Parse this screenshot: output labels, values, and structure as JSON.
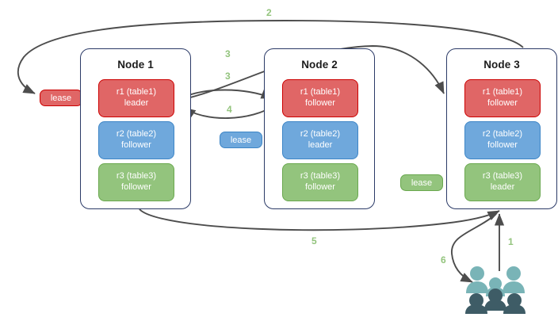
{
  "diagram": {
    "title": "",
    "background": "#ffffff",
    "colors": {
      "red": "#e06666",
      "red_border": "#cc0000",
      "blue": "#6fa8dc",
      "blue_border": "#3d85c6",
      "green": "#93c47d",
      "green_border": "#6aa84f",
      "node_border": "#2b3a67",
      "edge": "#4d4d4d",
      "label": "#93c47d",
      "users_light": "#79b4b7",
      "users_dark": "#3e5c66"
    }
  },
  "nodes": [
    {
      "title": "Node 1",
      "replicas": [
        {
          "name": "r1 (table1)",
          "role": "leader",
          "color": "red"
        },
        {
          "name": "r2 (table2)",
          "role": "follower",
          "color": "blue"
        },
        {
          "name": "r3 (table3)",
          "role": "follower",
          "color": "green"
        }
      ]
    },
    {
      "title": "Node 2",
      "replicas": [
        {
          "name": "r1 (table1)",
          "role": "follower",
          "color": "red"
        },
        {
          "name": "r2 (table2)",
          "role": "leader",
          "color": "blue"
        },
        {
          "name": "r3 (table3)",
          "role": "follower",
          "color": "green"
        }
      ]
    },
    {
      "title": "Node 3",
      "replicas": [
        {
          "name": "r1 (table1)",
          "role": "follower",
          "color": "red"
        },
        {
          "name": "r2 (table2)",
          "role": "follower",
          "color": "blue"
        },
        {
          "name": "r3 (table3)",
          "role": "leader",
          "color": "green"
        }
      ]
    }
  ],
  "leases": [
    {
      "label": "lease",
      "color": "red"
    },
    {
      "label": "lease",
      "color": "blue"
    },
    {
      "label": "lease",
      "color": "green"
    }
  ],
  "edge_labels": [
    {
      "text": "2"
    },
    {
      "text": "3"
    },
    {
      "text": "3"
    },
    {
      "text": "4"
    },
    {
      "text": "5"
    },
    {
      "text": "1"
    },
    {
      "text": "6"
    }
  ],
  "icons": {
    "users": "users-icon"
  }
}
